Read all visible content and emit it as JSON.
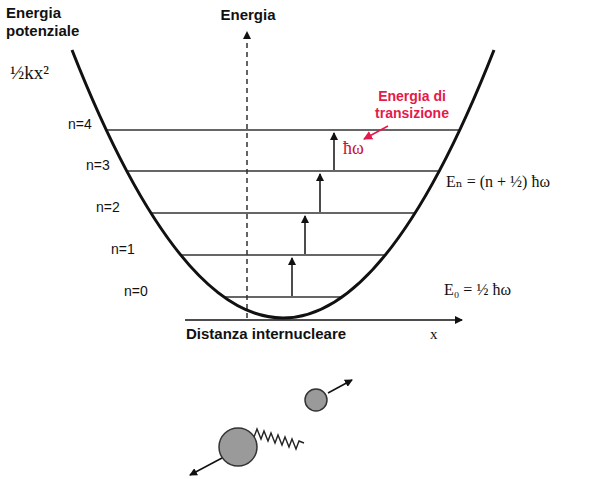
{
  "diagram": {
    "labels": [
      "Energia potenziale",
      "½kx²",
      "Energia",
      "Energia di transizione",
      "ħω",
      "n=4",
      "n=3",
      "n=2",
      "n=1",
      "n=0",
      "Eₙ = (n + ½) ħω",
      "E₀ = ½ ħω",
      "Distanza internucleare",
      "x"
    ]
  }
}
